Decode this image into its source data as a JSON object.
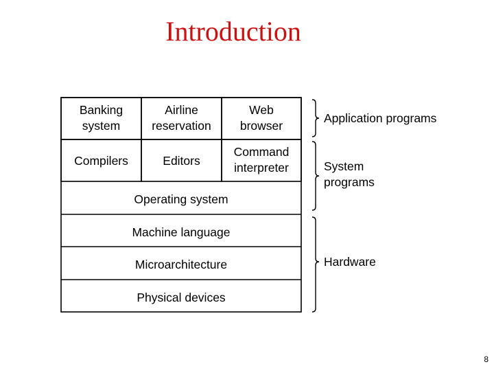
{
  "slide": {
    "title": "Introduction",
    "page_number": "8"
  },
  "diagram": {
    "application_row": [
      "Banking system",
      "Airline reservation",
      "Web browser"
    ],
    "system_row": [
      "Compilers",
      "Editors",
      "Command interpreter"
    ],
    "layers": [
      "Operating system",
      "Machine language",
      "Microarchitecture",
      "Physical devices"
    ],
    "groups": [
      "Application programs",
      "System programs",
      "Hardware"
    ]
  }
}
